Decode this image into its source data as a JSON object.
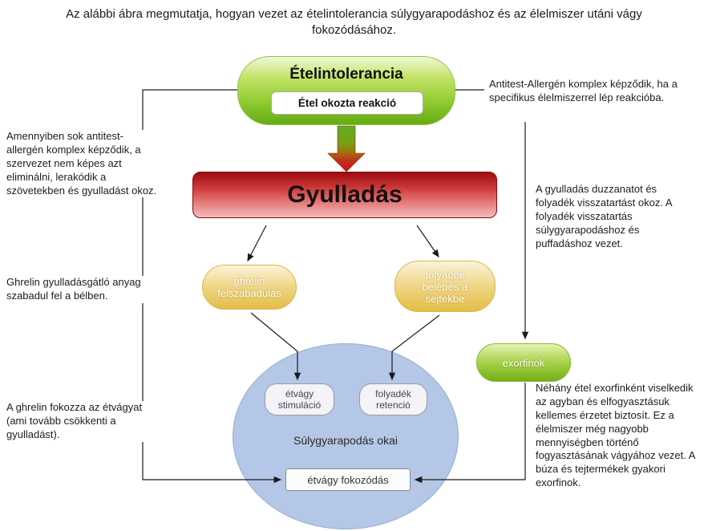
{
  "title": "Az alábbi ábra megmutatja, hogyan vezet az ételintolerancia súlygyarapodáshoz és az élelmiszer utáni vágy fokozódásához.",
  "nodes": {
    "food_intolerance": {
      "title": "Ételintolerancia",
      "reaction": "Étel okozta reakció"
    },
    "inflammation": "Gyulladás",
    "ghrelin_release": "ghrelin felszabadulás",
    "fluid_entry": "folyadék belépés a sejtekbe",
    "exorphins": "exorfinok",
    "appetite_stimulation": "étvágy stimuláció",
    "fluid_retention": "folyadék retenció",
    "weight_gain_causes": "Súlygyarapodás okai",
    "appetite_increase": "étvágy fokozódás"
  },
  "annotations": {
    "right_top": "Antitest-Allergén komplex képződik, ha a specifikus élelmiszerrel lép reakcióba.",
    "left_top": "Amennyiben sok antitest-allergén komplex képződik, a szervezet nem képes azt eliminálni, lerakódik a szövetekben és gyulladást okoz.",
    "right_middle": "A gyulladás duzzanatot és folyadék visszatartást okoz. A folyadék visszatartás súlygyarapodáshoz és puffadáshoz vezet.",
    "left_middle": "Ghrelin gyulladásgátló anyag szabadul fel a bélben.",
    "left_bottom": "A ghrelin fokozza az étvágyat (ami tovább csökkenti a gyulladást).",
    "right_bottom": "Néhány étel exorfinként viselkedik az agyban és elfogyasztásuk kellemes érzetet biztosít.  Ez a élelmiszer még nagyobb mennyiségben történő fogyasztásának vágyához vezet. A búza és tejtermékek gyakori exorfinok."
  },
  "colors": {
    "green_node": "#6fb61c",
    "red_node": "#c01616",
    "gold_node": "#e3bd46",
    "blue_ellipse": "#b5c7e6",
    "connector": "#1a1a1a"
  }
}
